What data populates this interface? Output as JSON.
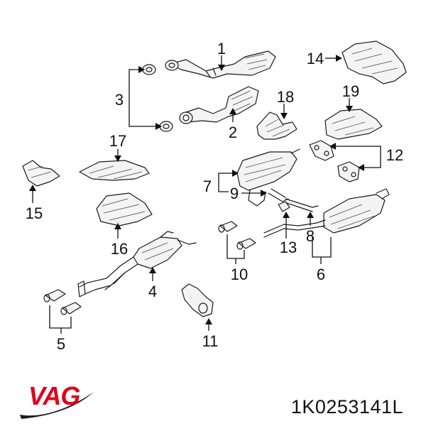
{
  "callouts": {
    "c1": "1",
    "c2": "2",
    "c3": "3",
    "c4": "4",
    "c5": "5",
    "c6": "6",
    "c7": "7",
    "c8": "8",
    "c9": "9",
    "c10": "10",
    "c11": "11",
    "c12": "12",
    "c13": "13",
    "c14": "14",
    "c15": "15",
    "c16": "16",
    "c17": "17",
    "c18": "18",
    "c19": "19"
  },
  "brand": {
    "logo_text": "VAG",
    "logo_color": "#e2001a"
  },
  "part_number": "1K0253141L"
}
